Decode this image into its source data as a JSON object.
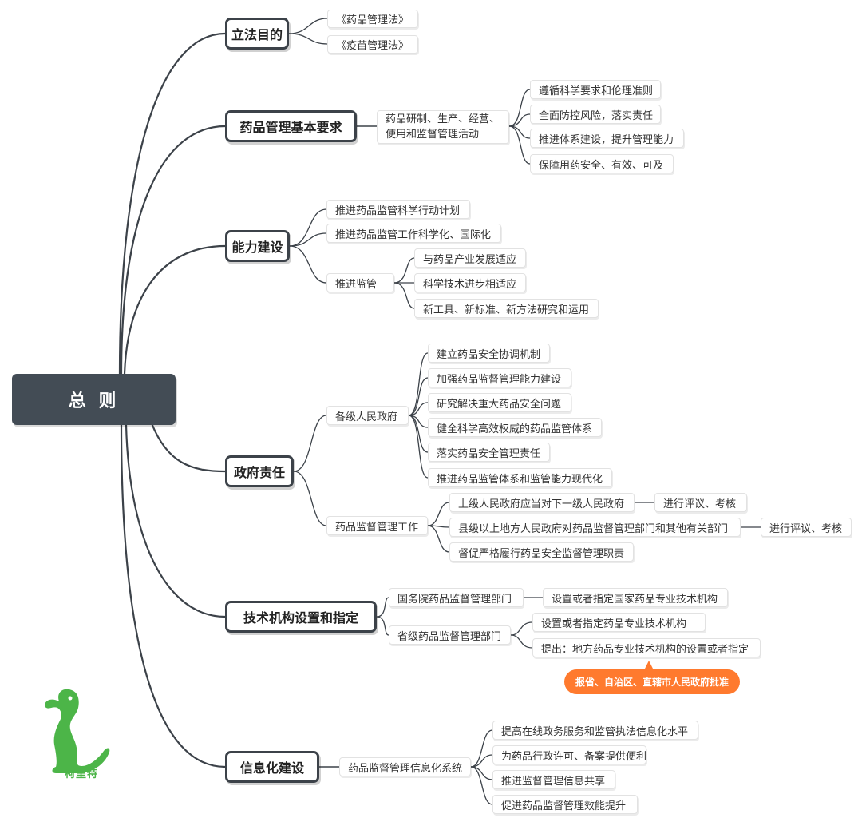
{
  "central": "总 则",
  "branches": [
    {
      "title": "立法目的",
      "items": [
        "《药品管理法》",
        "《疫苗管理法》"
      ]
    },
    {
      "title": "药品管理基本要求",
      "intro": "药品研制、生产、经营、使用和监督管理活动",
      "items": [
        "遵循科学要求和伦理准则",
        "全面防控风险，落实责任",
        "推进体系建设，提升管理能力",
        "保障用药安全、有效、可及"
      ]
    },
    {
      "title": "能力建设",
      "items": [
        "推进药品监管科学行动计划",
        "推进药品监管工作科学化、国际化",
        "推进监管"
      ],
      "supervise_items": [
        "与药品产业发展适应",
        "科学技术进步相适应",
        "新工具、新标准、新方法研究和运用"
      ]
    },
    {
      "title": "政府责任",
      "governments": {
        "label": "各级人民政府",
        "items": [
          "建立药品安全协调机制",
          "加强药品监督管理能力建设",
          "研究解决重大药品安全问题",
          "健全科学高效权威的药品监管体系",
          "落实药品安全管理责任",
          "推进药品监管体系和监管能力现代化"
        ]
      },
      "supervision": {
        "label": "药品监督管理工作",
        "items": [
          "上级人民政府应当对下一级人民政府",
          "县级以上地方人民政府对药品监督管理部门和其他有关部门",
          "督促严格履行药品安全监督管理职责"
        ],
        "evaluate_1": "进行评议、考核",
        "evaluate_2": "进行评议、考核"
      }
    },
    {
      "title": "技术机构设置和指定",
      "state_council": {
        "label": "国务院药品监督管理部门",
        "item": "设置或者指定国家药品专业技术机构"
      },
      "provincial": {
        "label": "省级药品监督管理部门",
        "items": [
          "设置或者指定药品专业技术机构",
          "提出：地方药品专业技术机构的设置或者指定"
        ]
      },
      "callout": "报省、自治区、直辖市人民政府批准"
    },
    {
      "title": "信息化建设",
      "system": "药品监督管理信息化系统",
      "items": [
        "提高在线政务服务和监管执法信息化水平",
        "为药品行政许可、备案提供便利",
        "推进监督管理信息共享",
        "促进药品监督管理效能提升"
      ]
    }
  ],
  "logo_text": "柯里特",
  "colors": {
    "central_fill": "#434c55",
    "main_border": "#3c4249",
    "callout_fill": "#ff7a2e",
    "logo_green": "#4cb548"
  }
}
